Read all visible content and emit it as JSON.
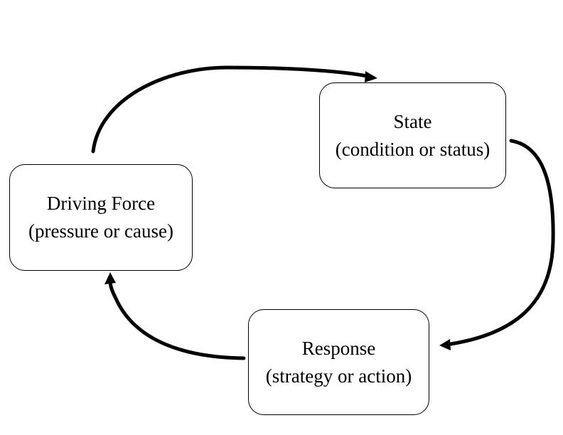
{
  "diagram": {
    "nodes": {
      "state": {
        "title": "State",
        "subtitle": "(condition or status)"
      },
      "driving_force": {
        "title": "Driving Force",
        "subtitle": "(pressure or cause)"
      },
      "response": {
        "title": "Response",
        "subtitle": "(strategy or action)"
      }
    },
    "edges": [
      {
        "from": "driving_force",
        "to": "state"
      },
      {
        "from": "state",
        "to": "response"
      },
      {
        "from": "response",
        "to": "driving_force"
      }
    ]
  },
  "colors": {
    "stroke": "#000000",
    "background": "#ffffff"
  }
}
